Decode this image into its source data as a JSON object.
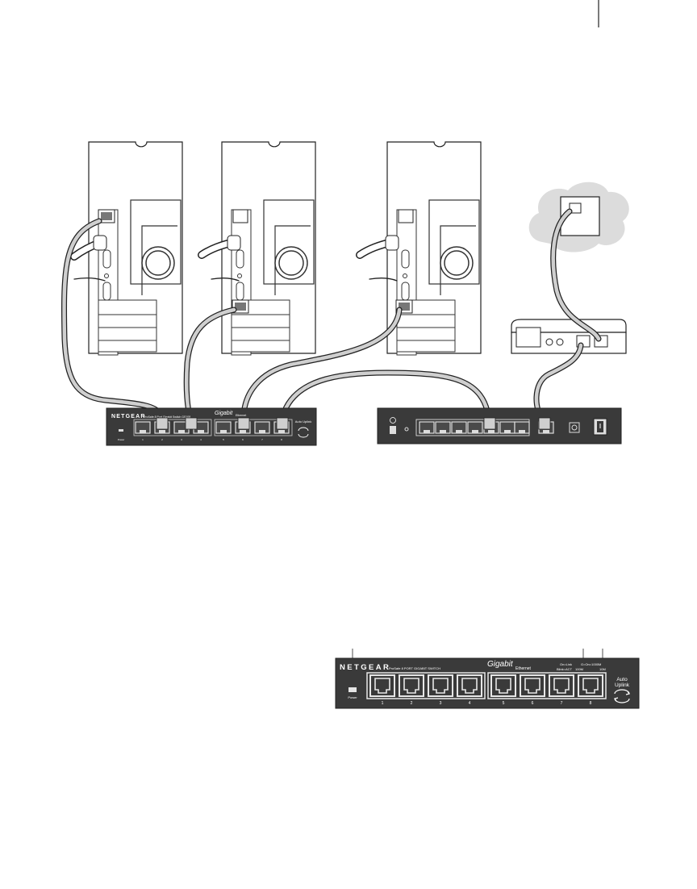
{
  "switch_top": {
    "brand": "NETGEAR",
    "model_text": "ProSafe 8 Port Gigabit Switch GS108",
    "gigabit_text": "Gigabit",
    "ethernet_text": "Ethernet",
    "auto_uplink": "Auto Uplink",
    "power_label": "Power",
    "port_numbers": [
      "1",
      "2",
      "3",
      "4",
      "5",
      "6",
      "7",
      "8"
    ]
  },
  "switch_detail": {
    "brand": "NETGEAR",
    "model_text": "ProSafe 8 PORT GIGABIT SWITCH",
    "gigabit_text": "Gigabit",
    "ethernet_text": "Ethernet",
    "status_text_1": "On=Link",
    "status_text_2": "Blink=ACT",
    "speed_text_1": "G=On=1000M",
    "speed_text_2": "100M",
    "speed_text_3": "10M",
    "auto_text": "Auto",
    "uplink_text": "Uplink",
    "power_label": "Power",
    "port_numbers": [
      "1",
      "2",
      "3",
      "4",
      "5",
      "6",
      "7",
      "8"
    ]
  },
  "colors": {
    "device_dark": "#3a3a3a",
    "cable_gray": "#cfcfcf",
    "cloud_gray": "#dcdcdc",
    "outline": "#222222"
  },
  "icons": [
    "computer-tower",
    "ethernet-port",
    "router",
    "cable-modem",
    "wall-jack",
    "cloud",
    "power-switch"
  ]
}
